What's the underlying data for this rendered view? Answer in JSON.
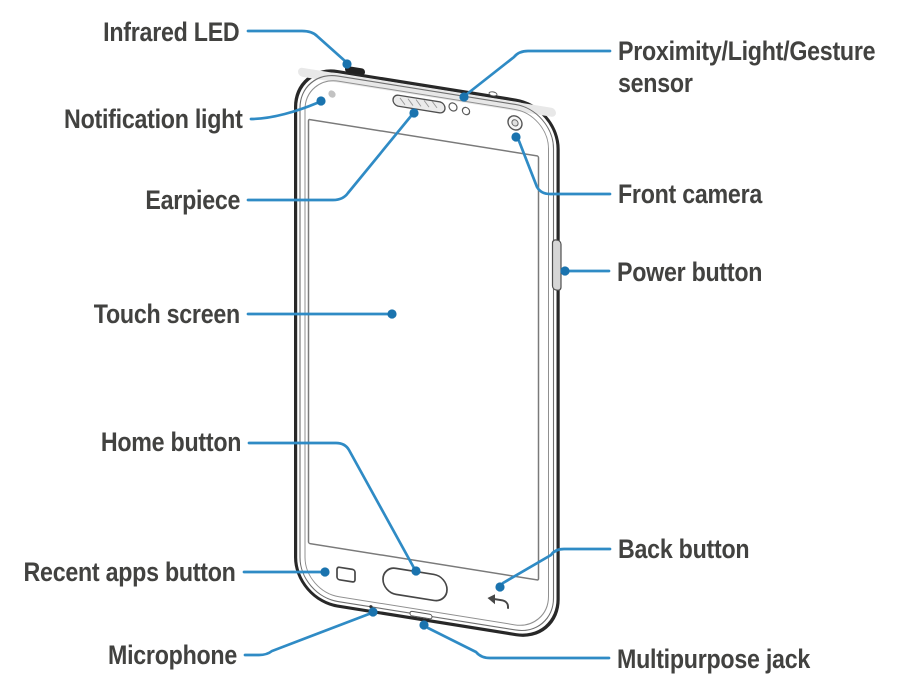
{
  "diagram": {
    "device": "smartphone-front-view",
    "labels": {
      "infrared_led": "Infrared LED",
      "notification_light": "Notification light",
      "earpiece": "Earpiece",
      "touch_screen": "Touch screen",
      "home_button": "Home button",
      "recent_apps_button": "Recent apps button",
      "microphone": "Microphone",
      "proximity_sensor": "Proximity/Light/Gesture sensor",
      "front_camera": "Front camera",
      "power_button": "Power button",
      "back_button": "Back button",
      "multipurpose_jack": "Multipurpose jack"
    },
    "colors": {
      "callout_line": "#2f8bc5",
      "callout_dot": "#1a73ae",
      "label_text": "#424240",
      "phone_outline": "#282828",
      "background": "#ffffff"
    }
  }
}
